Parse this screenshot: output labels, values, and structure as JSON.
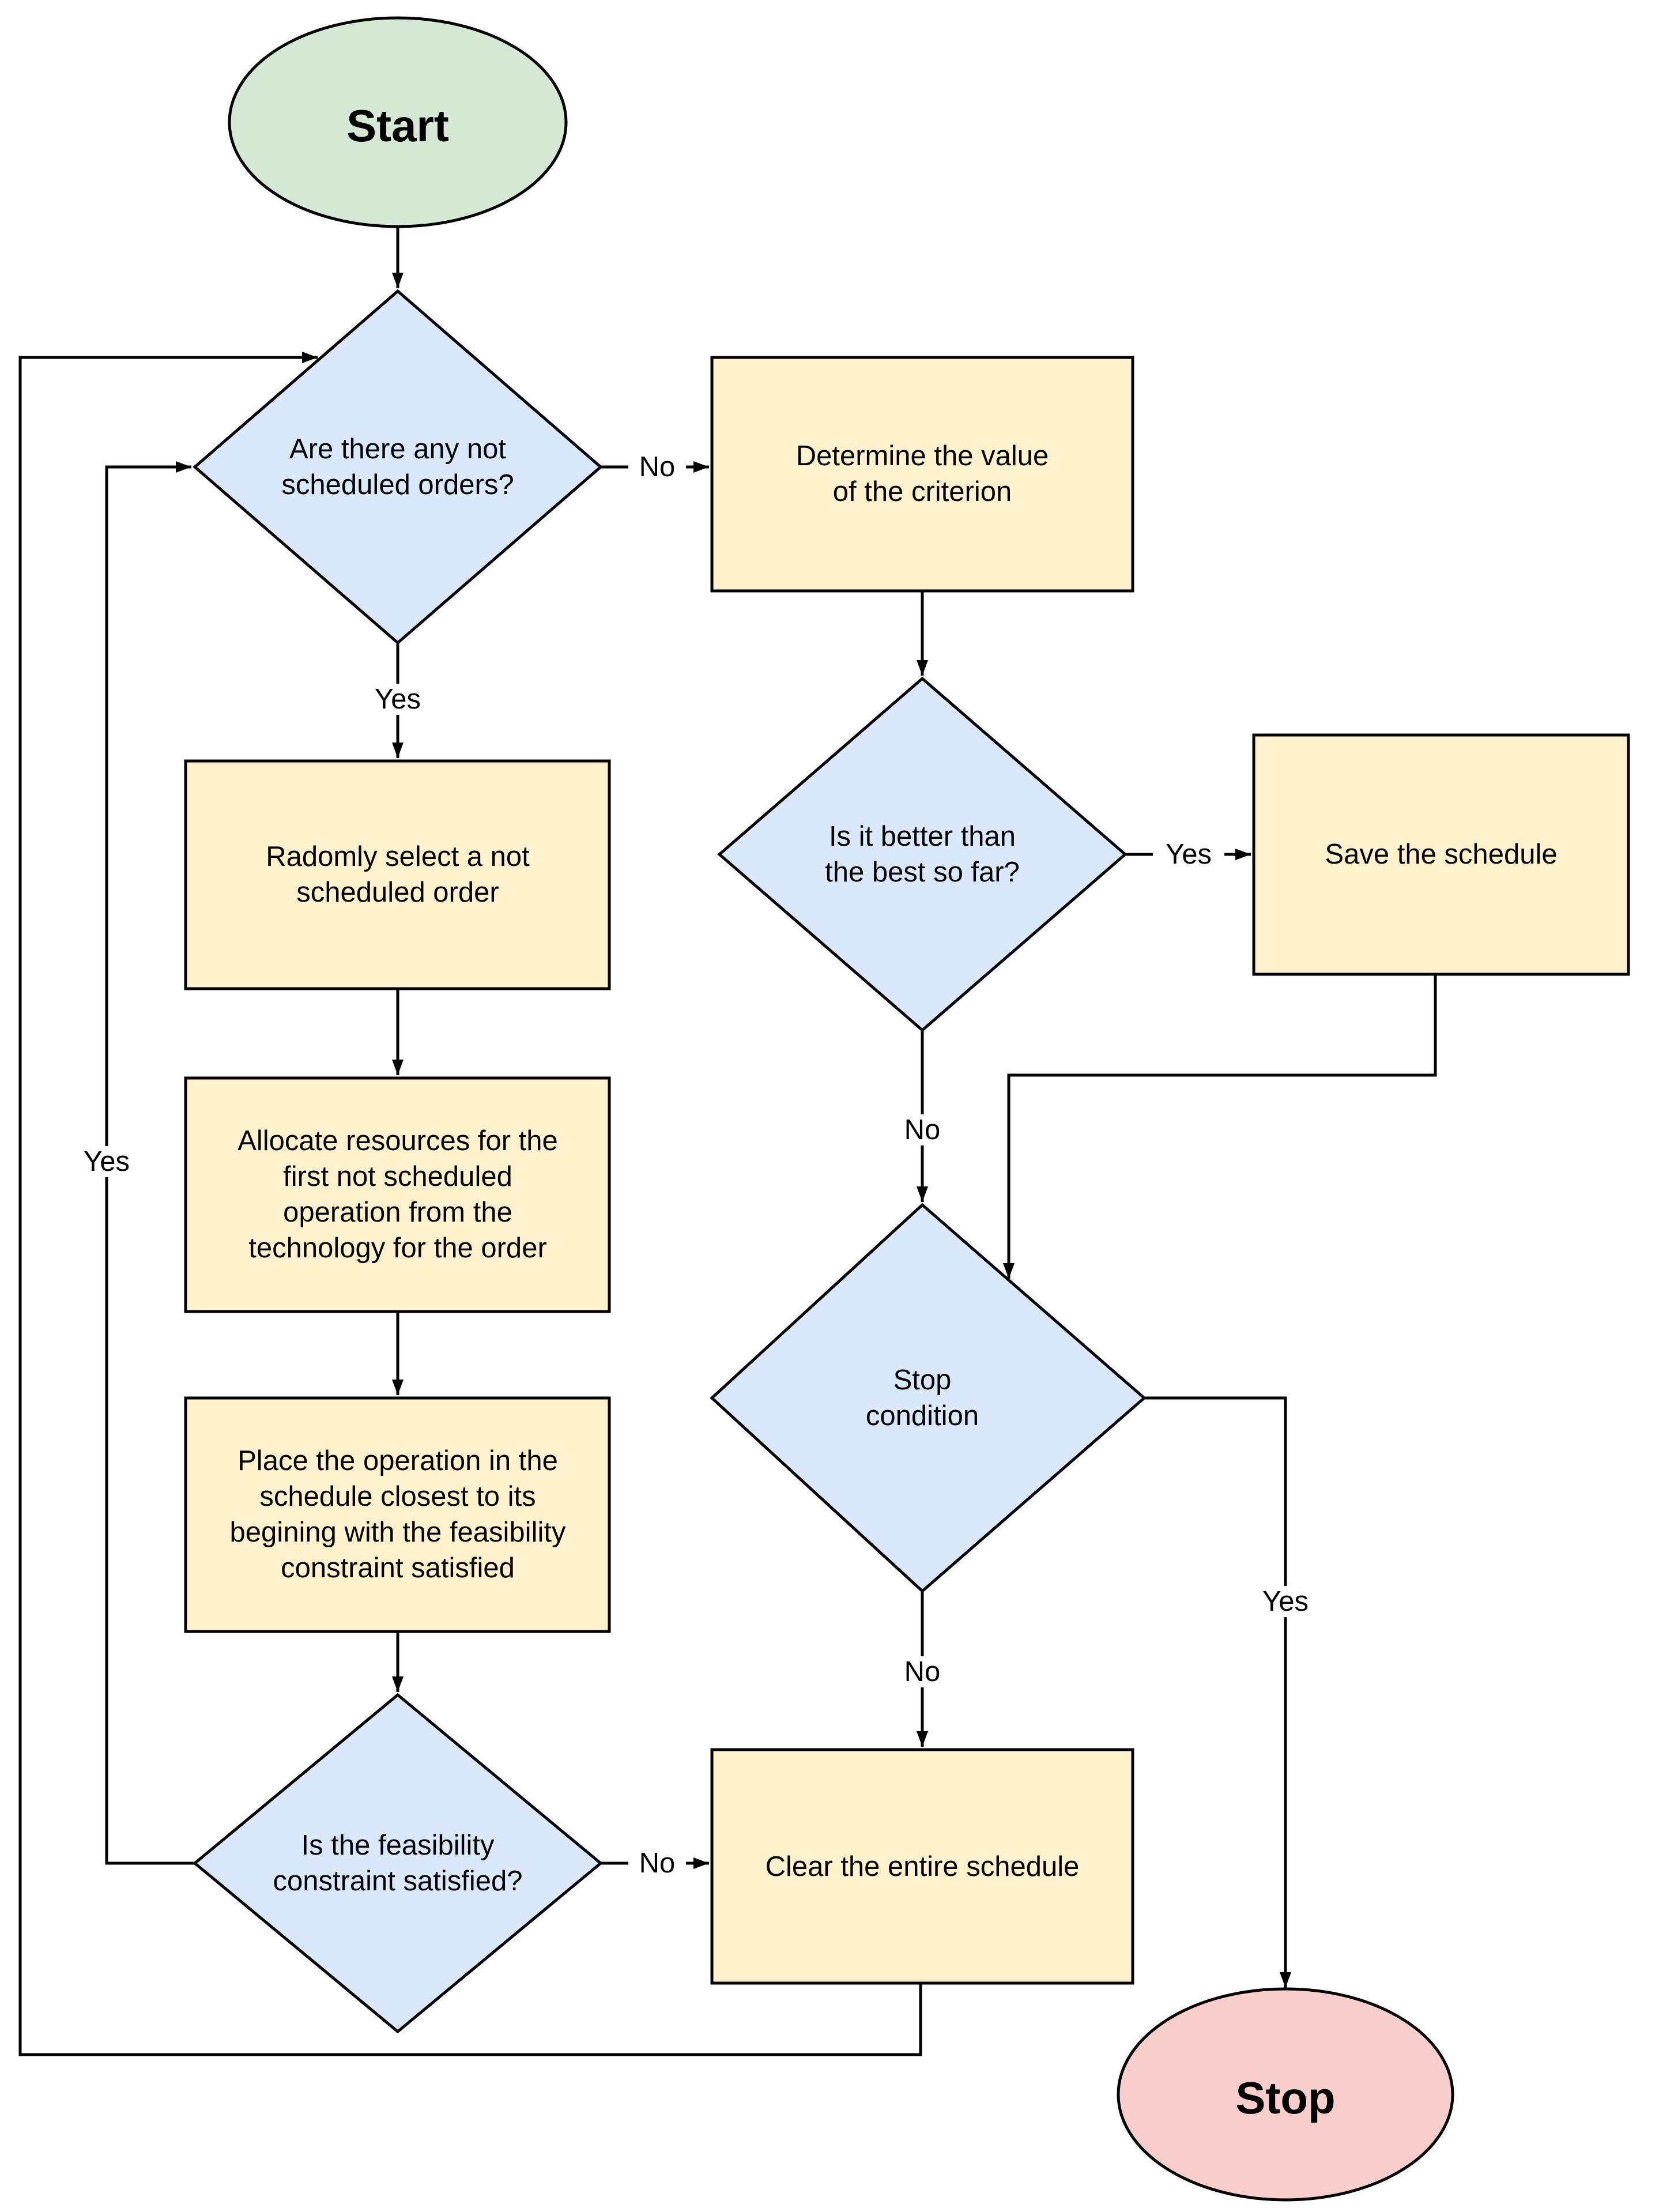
{
  "colors": {
    "background": "#ffffff",
    "stroke": "#000000",
    "terminator_start_fill": "#d5e8d4",
    "terminator_stop_fill": "#f8cecc",
    "decision_fill": "#dae8fc",
    "process_fill": "#fff2cc"
  },
  "flowchart": {
    "nodes": {
      "start": {
        "type": "terminator",
        "label": "Start"
      },
      "any_not_scheduled": {
        "type": "decision",
        "lines": [
          "Are there any not",
          "scheduled orders?"
        ]
      },
      "determine_value": {
        "type": "process",
        "lines": [
          "Determine the value",
          "of the criterion"
        ]
      },
      "better_than_best": {
        "type": "decision",
        "lines": [
          "Is it better than",
          "the best so far?"
        ]
      },
      "save_schedule": {
        "type": "process",
        "lines": [
          "Save the schedule"
        ]
      },
      "randomly_select": {
        "type": "process",
        "lines": [
          "Radomly select a not",
          "scheduled order"
        ]
      },
      "allocate_resources": {
        "type": "process",
        "lines": [
          "Allocate resources for the",
          "first not scheduled",
          "operation from the",
          "technology for the order"
        ]
      },
      "place_operation": {
        "type": "process",
        "lines": [
          "Place the operation in the",
          "schedule closest to its",
          "begining with the feasibility",
          "constraint satisfied"
        ]
      },
      "feasibility_satisfied": {
        "type": "decision",
        "lines": [
          "Is the feasibility",
          "constraint satisfied?"
        ]
      },
      "stop_condition": {
        "type": "decision",
        "lines": [
          "Stop",
          "condition"
        ]
      },
      "clear_schedule": {
        "type": "process",
        "lines": [
          "Clear the entire schedule"
        ]
      },
      "stop": {
        "type": "terminator",
        "label": "Stop"
      }
    },
    "edge_labels": {
      "any_to_determine": "No",
      "any_to_random": "Yes",
      "better_to_save": "Yes",
      "better_to_stopcond": "No",
      "stopcond_to_stop": "Yes",
      "stopcond_to_clear": "No",
      "feasibility_to_clear": "No",
      "feasibility_to_any": "Yes"
    }
  }
}
